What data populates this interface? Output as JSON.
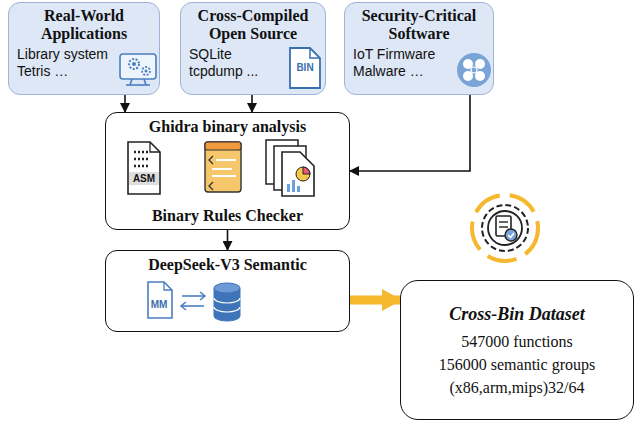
{
  "diagram": {
    "nodes": [
      {
        "text": [
          "Real-World Applications",
          "Library system Tetris …"
        ]
      },
      {
        "text": [
          "Cross-Compiled Open Source",
          "SQLite tcpdump ..."
        ]
      },
      {
        "text": [
          "Security-Critical Software",
          "IoT Firmware Malware …"
        ]
      },
      {
        "text": [
          "Ghidra binary analysis",
          "Binary Rules Checker"
        ]
      },
      {
        "text": [
          "DeepSeek-V3 Semantic"
        ]
      },
      {
        "text": [
          "Cross-Bin Dataset",
          "547000 functions",
          "156000 semantic groups",
          "(x86,arm,mips)32/64"
        ]
      }
    ],
    "edges": [
      {
        "from": 0,
        "to": 3,
        "arrow": "to"
      },
      {
        "from": 1,
        "to": 3,
        "arrow": "to"
      },
      {
        "from": 2,
        "to": 3,
        "arrow": "to"
      },
      {
        "from": 3,
        "to": 4,
        "arrow": "to"
      },
      {
        "from": 4,
        "to": 5,
        "arrow": "to"
      }
    ],
    "labels": [
      "BIN",
      "ASM",
      "MM"
    ]
  }
}
